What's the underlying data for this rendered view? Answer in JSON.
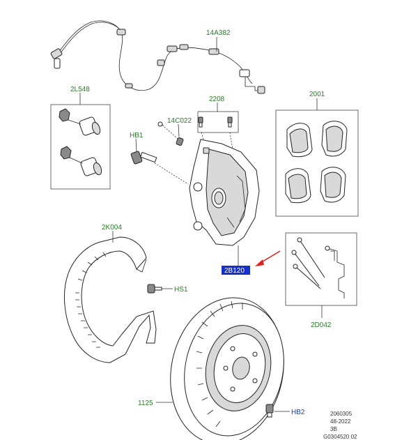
{
  "labels": {
    "sensor": "14A382",
    "guide_pin_kit": "2L548",
    "bleed_kit": "2208",
    "bleed_screw": "14C022",
    "caliper_bolt": "HB1",
    "pad_set": "2001",
    "dust_shield": "2K004",
    "shield_screw": "HS1",
    "caliper": "2B120",
    "pad_kit": "2D042",
    "disc": "1125",
    "disc_screw": "HB2"
  },
  "footer": {
    "line1": "2060305",
    "line2": "48-2022",
    "line3": "3B",
    "line4": "G0304520 02"
  },
  "colors": {
    "label_green": "#2a7a2a",
    "label_blue": "#1a3fb0",
    "highlight": "#1530c8",
    "arrow": "#e02020"
  }
}
